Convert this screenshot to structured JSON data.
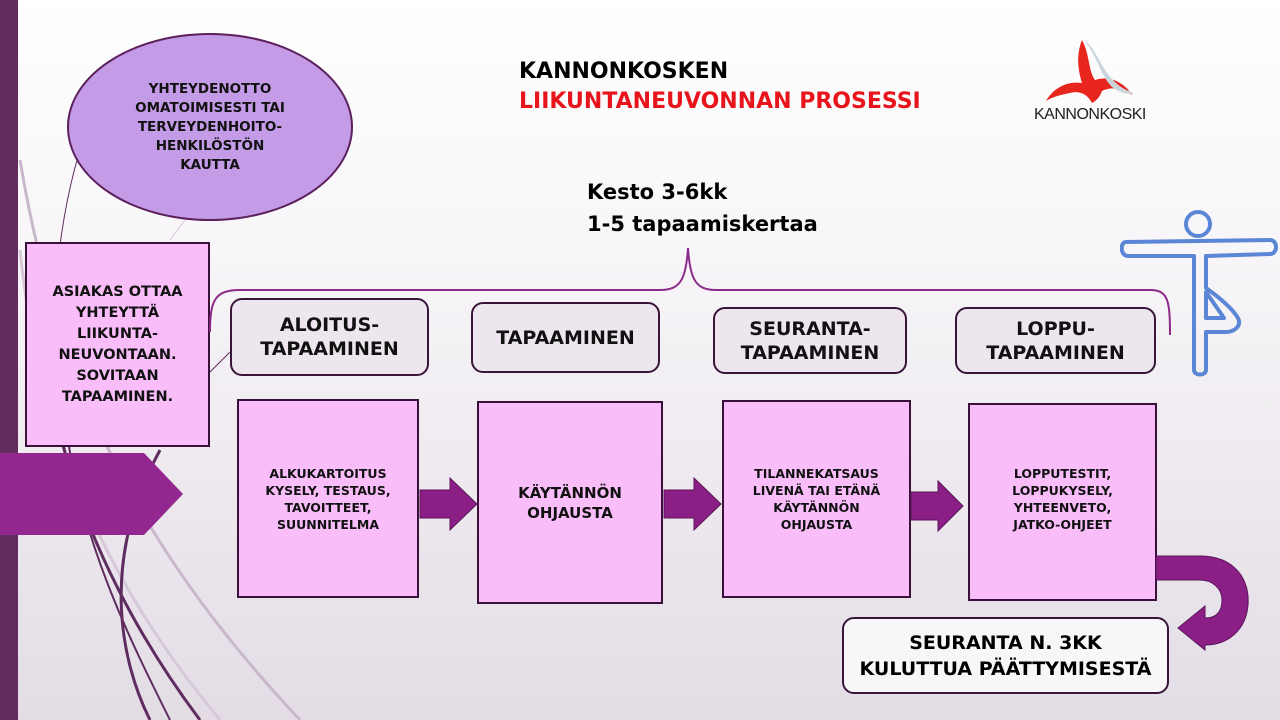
{
  "title": {
    "line1": "KANNONKOSKEN",
    "line2": "LIIKUNTANEUVONNAN PROSESSI"
  },
  "logo": {
    "text": "KANNONKOSKI"
  },
  "contact_bubble": "YHTEYDENOTTO\nOMATOIMISESTI TAI\nTERVEYDENHOITO-\nHENKILÖSTÖN\nKAUTTA",
  "client_box": "ASIAKAS OTTAA\nYHTEYTTÄ\nLIIKUNTA-\nNEUVONTAAN.\nSOVITAAN\nTAPAAMINEN.",
  "duration": "Kesto 3-6kk\n1-5 tapaamiskertaa",
  "stages": [
    {
      "header": "ALOITUS-\nTAPAAMINEN",
      "content": "ALKUKARTOITUS\nKYSELY, TESTAUS,\nTAVOITTEET,\nSUUNNITELMA"
    },
    {
      "header": "TAPAAMINEN",
      "content": "KÄYTÄNNÖN\nOHJAUSTA"
    },
    {
      "header": "SEURANTA-\nTAPAAMINEN",
      "content": "TILANNEKATSAUS\nLIVENÄ TAI ETÄNÄ\nKÄYTÄNNÖN\nOHJAUSTA"
    },
    {
      "header": "LOPPU-\nTAPAAMINEN",
      "content": "LOPPUTESTIT,\nLOPPUKYSELY,\nYHTEENVETO,\nJATKO-OHJEET"
    }
  ],
  "followup": "SEURANTA N. 3KK\nKULUTTUA PÄÄTTYMISESTÄ",
  "colors": {
    "accent": "#92278f",
    "title_red": "#e8141b",
    "box_pink": "#f9bdf9",
    "bubble": "#c39be6",
    "figure": "#5b86d6"
  }
}
